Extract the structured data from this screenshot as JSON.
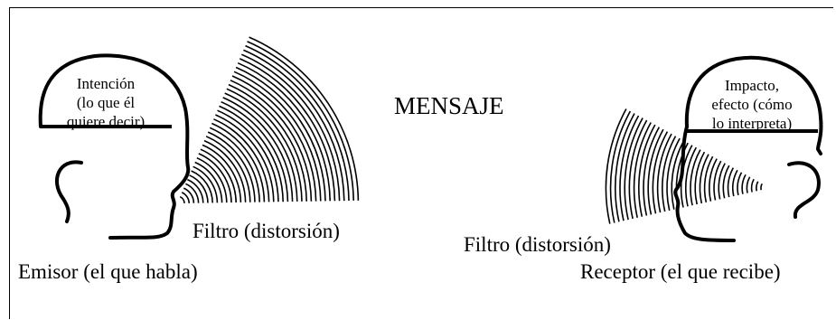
{
  "title": "MENSAJE",
  "emisor": {
    "intencion_lines": [
      "Intención",
      "(lo que él",
      "quiere decir)"
    ],
    "filtro_label": "Filtro (distorsión)",
    "caption": "Emisor (el que habla)"
  },
  "receptor": {
    "impacto_lines": [
      "Impacto,",
      "efecto (cómo",
      "lo interpreta)"
    ],
    "filtro_label": "Filtro (distorsión)",
    "caption": "Receptor (el que recibe)"
  }
}
